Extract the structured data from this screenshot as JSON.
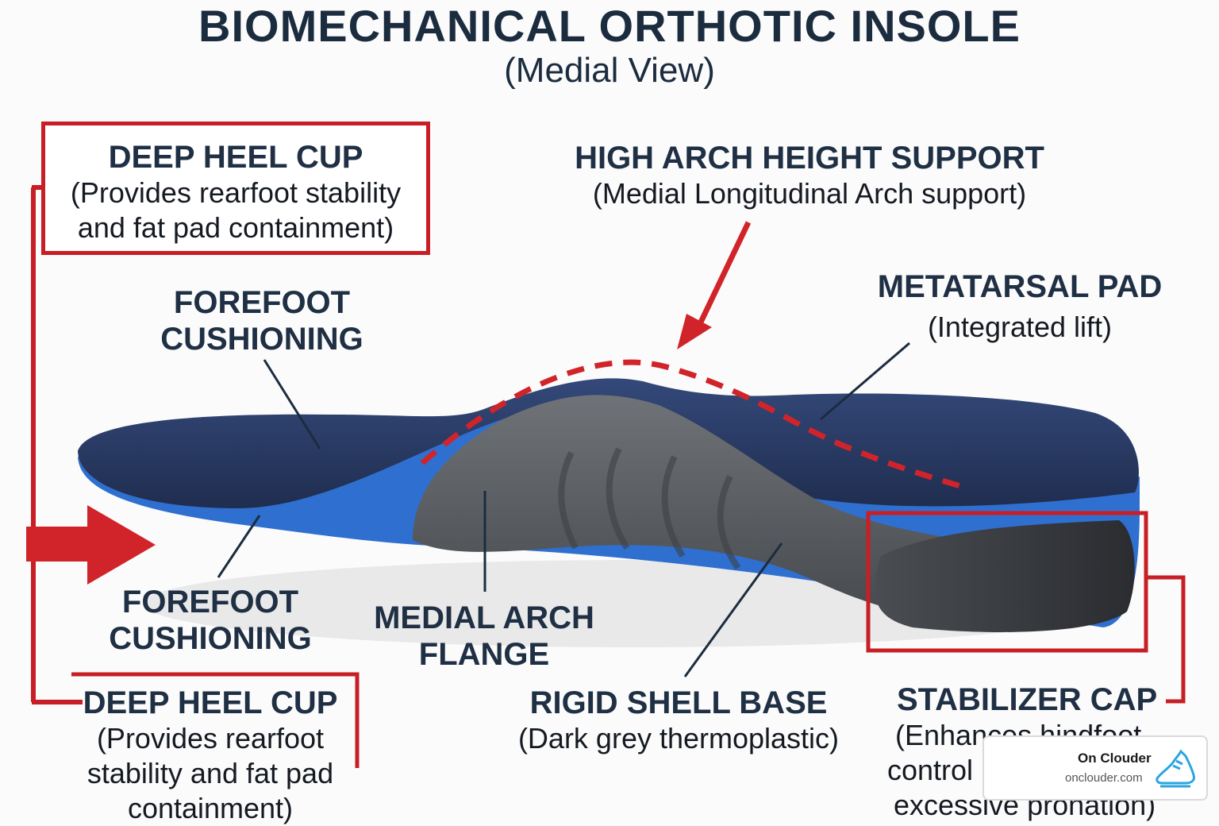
{
  "title": "BIOMECHANICAL ORTHOTIC INSOLE",
  "subtitle": "(Medial View)",
  "labels": {
    "heel_cup_top": {
      "title": "DEEP HEEL CUP",
      "line1": "(Provides rearfoot stability",
      "line2": "and fat pad containment)"
    },
    "arch_support": {
      "title": "HIGH ARCH HEIGHT SUPPORT",
      "desc": "(Medial Longitudinal Arch support)"
    },
    "forefoot_top": {
      "line1": "FOREFOOT",
      "line2": "CUSHIONING"
    },
    "metatarsal_pad": {
      "title": "METATARSAL PAD",
      "desc": "(Integrated lift)"
    },
    "forefoot_bottom": {
      "line1": "FOREFOOT",
      "line2": "CUSHIONING"
    },
    "medial_flange": {
      "line1": "MEDIAL ARCH",
      "line2": "FLANGE"
    },
    "rigid_shell": {
      "title": "RIGID SHELL BASE",
      "desc": "(Dark grey thermoplastic)"
    },
    "heel_cup_bottom": {
      "title": "DEEP HEEL CUP",
      "line1": "(Provides rearfoot",
      "line2": "stability and fat pad",
      "line3": "containment)"
    },
    "stabilizer_cap": {
      "title": "STABILIZER CAP",
      "line1": "(Enhances hindfoot",
      "line2": "control",
      "line3": "excessive pronation)"
    }
  },
  "badge": {
    "name": "On Clouder",
    "url": "onclouder.com",
    "icon": "running-shoe-icon"
  },
  "colors": {
    "accent_red": "#c71f25",
    "navy_text": "#1f2f44",
    "insole_top": "#2c3f66",
    "foam_blue": "#2f6fcf",
    "shell_grey": "#5c5f63",
    "badge_icon": "#2aa5e0"
  }
}
